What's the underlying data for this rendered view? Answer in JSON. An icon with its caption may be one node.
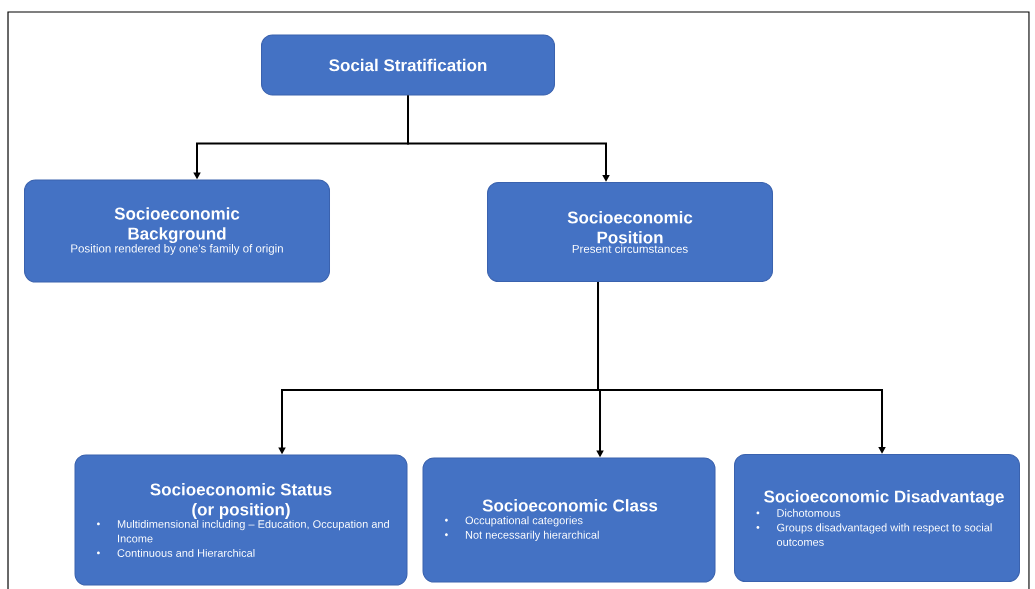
{
  "diagram": {
    "nodes": [
      {
        "text": [
          "Social Stratification"
        ]
      },
      {
        "text": [
          "Socioeconomic Background",
          "Position rendered by one’s family of origin"
        ]
      },
      {
        "text": [
          "Socioeconomic Position",
          "Present circumstances"
        ]
      },
      {
        "text": [
          "Socioeconomic Status (or position)",
          "Multidimensional including – Education, Occupation and Income",
          "Continuous and Hierarchical"
        ]
      },
      {
        "text": [
          "Socioeconomic Class",
          "Occupational categories",
          "Not necessarily hierarchical"
        ]
      },
      {
        "text": [
          "Socioeconomic Disadvantage",
          "Dichotomous",
          "Groups disadvantaged with respect to social outcomes"
        ]
      }
    ],
    "edges": [
      {
        "from": 0,
        "to": 1,
        "arrow": "to"
      },
      {
        "from": 0,
        "to": 2,
        "arrow": "to"
      },
      {
        "from": 2,
        "to": 3,
        "arrow": "to"
      },
      {
        "from": 2,
        "to": 4,
        "arrow": "to"
      },
      {
        "from": 2,
        "to": 5,
        "arrow": "to"
      }
    ]
  }
}
